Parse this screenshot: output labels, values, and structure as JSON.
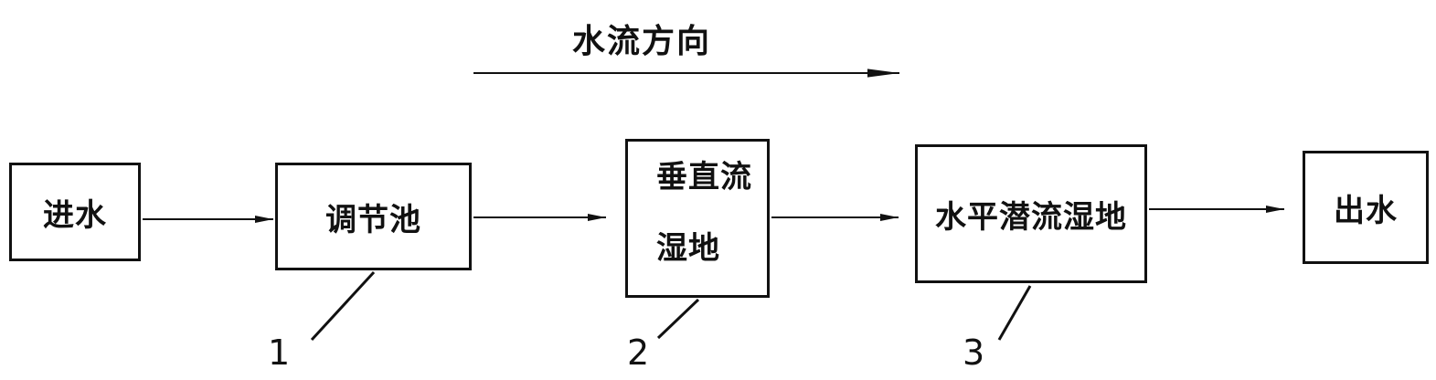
{
  "diagram": {
    "flow_direction_label": "水流方向",
    "nodes": [
      {
        "id": "inlet",
        "label": "进水"
      },
      {
        "id": "regulating_pool",
        "label": "调节池"
      },
      {
        "id": "vertical_flow_wetland",
        "label": "垂直流湿地"
      },
      {
        "id": "horizontal_subsurface_wetland",
        "label": "水平潜流湿地"
      },
      {
        "id": "outlet",
        "label": "出水"
      }
    ],
    "edges": [
      {
        "from": "inlet",
        "to": "regulating_pool"
      },
      {
        "from": "regulating_pool",
        "to": "vertical_flow_wetland"
      },
      {
        "from": "vertical_flow_wetland",
        "to": "horizontal_subsurface_wetland"
      },
      {
        "from": "horizontal_subsurface_wetland",
        "to": "outlet"
      }
    ],
    "reference_numbers": [
      {
        "label": "1",
        "points_to": "regulating_pool"
      },
      {
        "label": "2",
        "points_to": "vertical_flow_wetland"
      },
      {
        "label": "3",
        "points_to": "horizontal_subsurface_wetland"
      }
    ]
  },
  "colors": {
    "line": "#111111",
    "background": "#ffffff"
  }
}
